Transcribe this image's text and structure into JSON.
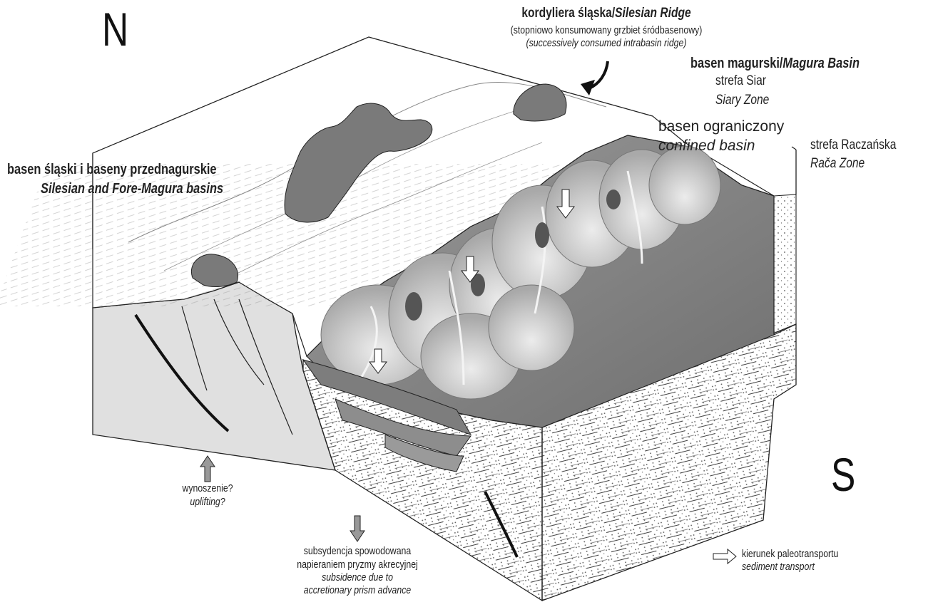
{
  "compass": {
    "north": "N",
    "south": "S"
  },
  "labels": {
    "silesian_ridge": {
      "title_pl": "kordyliera śląska/",
      "title_en": "Silesian Ridge",
      "desc_pl": "(stopniowo konsumowany grzbiet śródbasenowy)",
      "desc_en": "(successively consumed intrabasin ridge)"
    },
    "magura_basin": {
      "title_pl": "basen magurski/",
      "title_en": "Magura Basin",
      "zone_pl": "strefa Siar",
      "zone_en": "Siary Zone"
    },
    "confined_basin": {
      "pl": "basen ograniczony",
      "en": "confined basin"
    },
    "raca_zone": {
      "pl": "strefa Raczańska",
      "en": "Rača Zone"
    },
    "silesian_basins": {
      "pl": "basen śląski i baseny przednagurskie",
      "en": "Silesian and Fore-Magura basins"
    },
    "uplifting": {
      "pl": "wynoszenie?",
      "en": "uplifting?"
    },
    "subsidence": {
      "pl_line1": "subsydencja spowodowana",
      "pl_line2": "napieraniem pryzmy akrecyjnej",
      "en_line1": "subsidence due to",
      "en_line2": "accretionary prism advance"
    },
    "legend_transport": {
      "pl": "kierunek paleotransportu",
      "en": "sediment transport"
    }
  },
  "colors": {
    "background": "#ffffff",
    "ink": "#222222",
    "left_section_fill": "#e0e0e0",
    "slope_fill": "#8a8a8a",
    "fan_fill": "#c4c4c4",
    "fan_core": "#e6e6e6",
    "ridge_outcrop": "#7a7a7a"
  },
  "icons": [
    "up-arrow-icon",
    "down-arrow-icon",
    "white-transport-arrow-icon",
    "curved-pointer-arrow-icon"
  ]
}
